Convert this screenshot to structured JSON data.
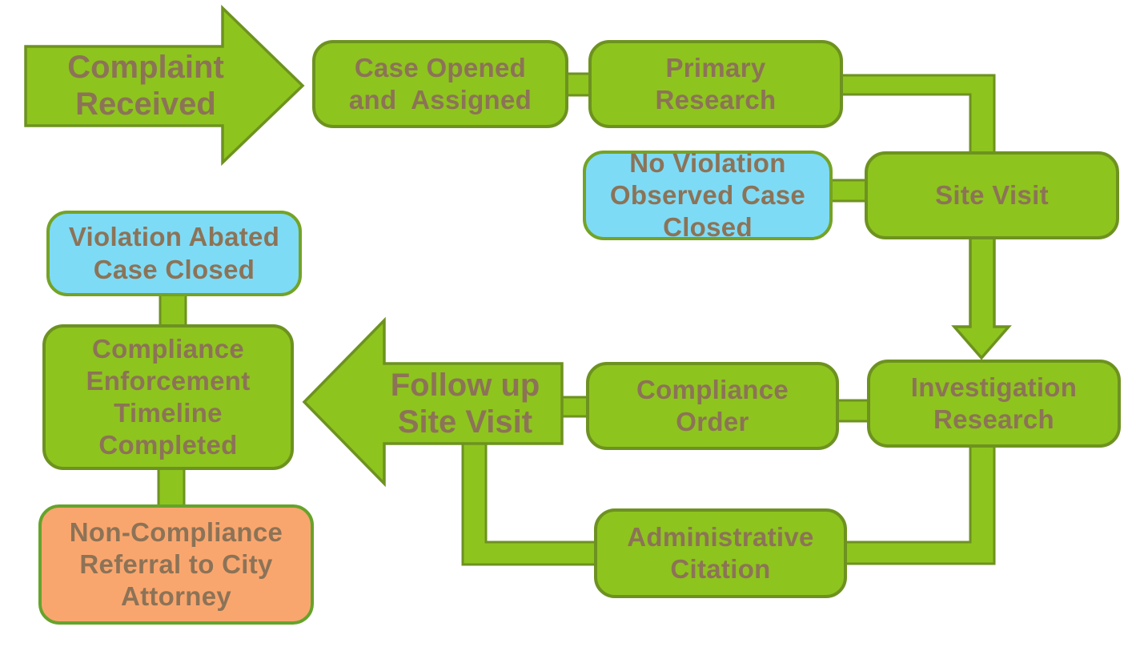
{
  "diagram": {
    "type": "flowchart",
    "subject": "Code enforcement complaint process",
    "colors": {
      "process_fill": "#8EC41E",
      "process_border": "#6D9220",
      "case_closed_fill": "#7EDBF6",
      "referral_fill": "#F9A66E",
      "text": "#8C7357",
      "background": "#FFFFFF"
    },
    "nodes": {
      "complaint": {
        "label": "Complaint\nReceived",
        "shape": "right-arrow",
        "kind": "start"
      },
      "case_opened": {
        "label": "Case Opened\nand  Assigned",
        "shape": "rounded-rect",
        "kind": "process"
      },
      "primary_research": {
        "label": "Primary\nResearch",
        "shape": "rounded-rect",
        "kind": "process"
      },
      "no_violation": {
        "label": "No Violation\nObserved Case\nClosed",
        "shape": "rounded-rect",
        "kind": "case-closed"
      },
      "site_visit": {
        "label": "Site Visit",
        "shape": "rounded-rect",
        "kind": "process"
      },
      "investigation_research": {
        "label": "Investigation\nResearch",
        "shape": "rounded-rect",
        "kind": "process"
      },
      "compliance_order": {
        "label": "Compliance\nOrder",
        "shape": "rounded-rect",
        "kind": "process"
      },
      "follow_up": {
        "label": "Follow up\nSite Visit",
        "shape": "left-arrow",
        "kind": "process"
      },
      "administrative_citation": {
        "label": "Administrative\nCitation",
        "shape": "rounded-rect",
        "kind": "process"
      },
      "violation_abated": {
        "label": "Violation Abated\nCase Closed",
        "shape": "rounded-rect",
        "kind": "case-closed"
      },
      "compliance_enforcement": {
        "label": "Compliance\nEnforcement\nTimeline\nCompleted",
        "shape": "rounded-rect",
        "kind": "process"
      },
      "non_compliance": {
        "label": "Non-Compliance\nReferral to City\nAttorney",
        "shape": "rounded-rect",
        "kind": "referral"
      }
    },
    "edges": [
      {
        "from": "complaint",
        "to": "case_opened",
        "style": "block-arrow"
      },
      {
        "from": "case_opened",
        "to": "primary_research",
        "style": "line"
      },
      {
        "from": "primary_research",
        "to": "site_visit",
        "style": "elbow-line"
      },
      {
        "from": "site_visit",
        "to": "no_violation",
        "style": "line"
      },
      {
        "from": "site_visit",
        "to": "investigation_research",
        "style": "arrow"
      },
      {
        "from": "investigation_research",
        "to": "compliance_order",
        "style": "line"
      },
      {
        "from": "compliance_order",
        "to": "follow_up",
        "style": "line"
      },
      {
        "from": "follow_up",
        "to": "compliance_enforcement",
        "style": "block-arrow"
      },
      {
        "from": "follow_up",
        "to": "administrative_citation",
        "style": "elbow-line"
      },
      {
        "from": "administrative_citation",
        "to": "investigation_research",
        "style": "elbow-line"
      },
      {
        "from": "violation_abated",
        "to": "compliance_enforcement",
        "style": "line"
      },
      {
        "from": "compliance_enforcement",
        "to": "non_compliance",
        "style": "line"
      }
    ]
  }
}
